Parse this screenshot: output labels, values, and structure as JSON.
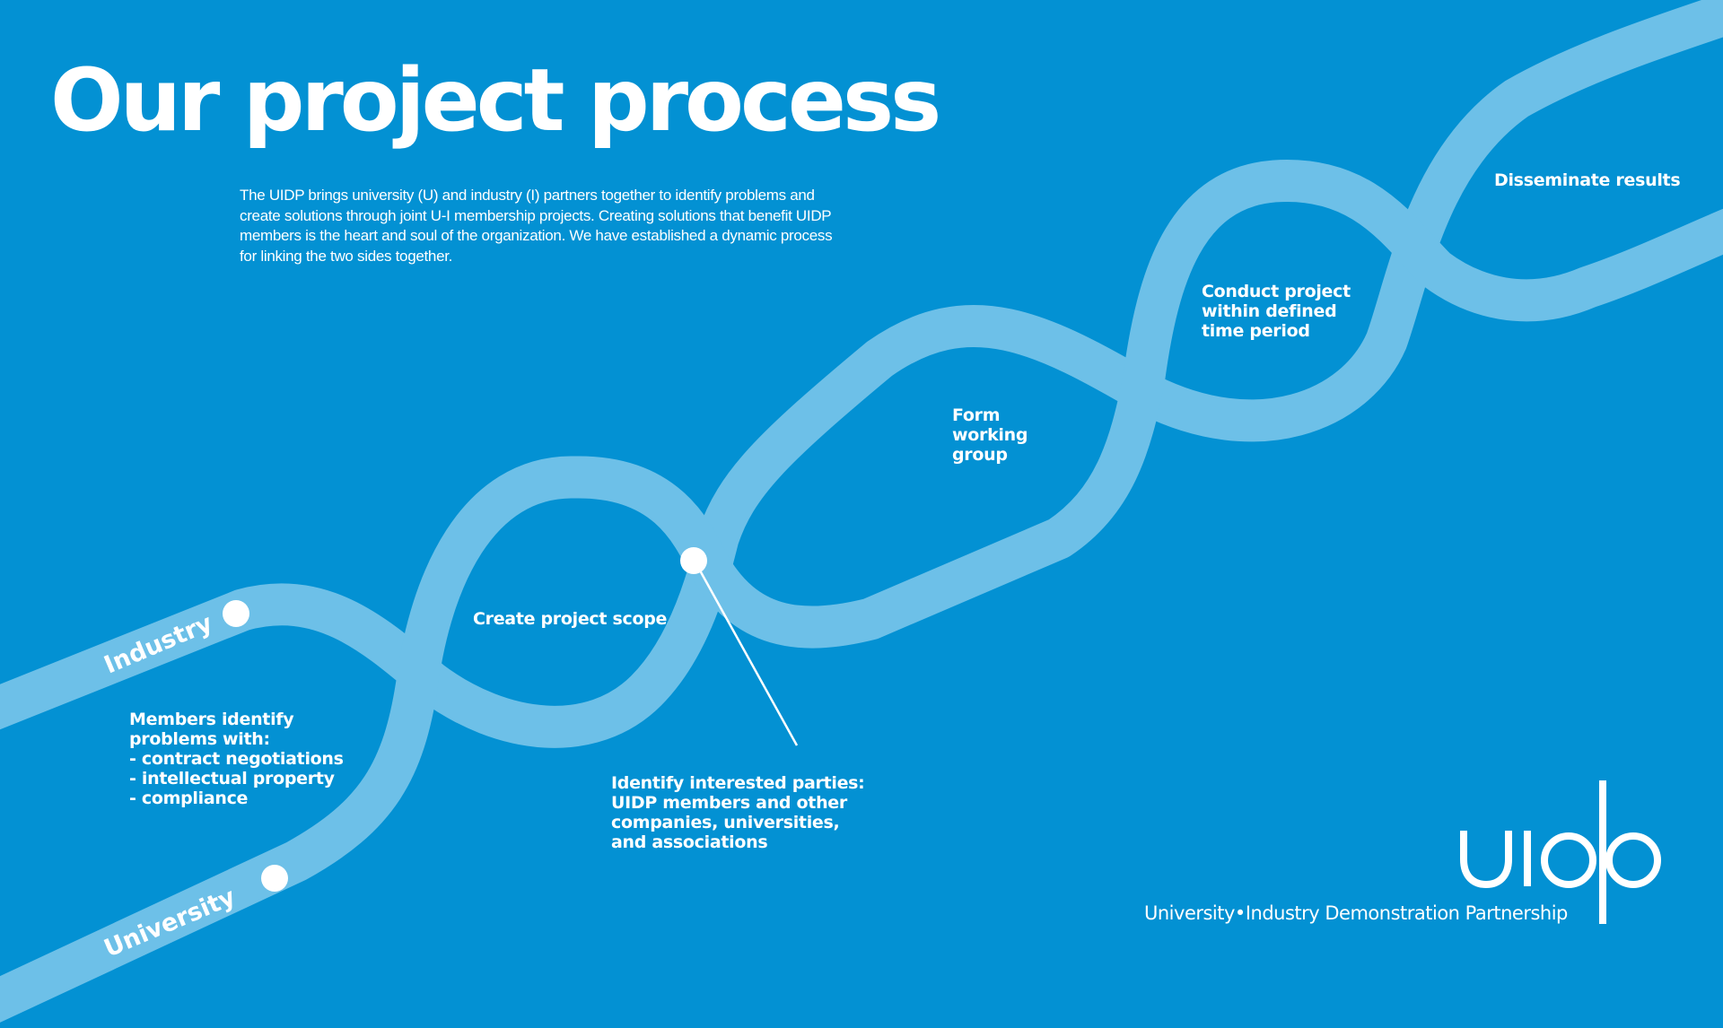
{
  "title": "Our project process",
  "intro": "The UIDP brings university (U) and industry (I) partners together to identify problems and create solutions through joint U-I membership projects. Creating solutions that benefit UIDP members is the heart and soul of the organization. We have established a dynamic process for linking the two sides together.",
  "strands": {
    "industry": "Industry",
    "university": "University"
  },
  "steps": {
    "members": {
      "lines": [
        "Members identify",
        "problems with:",
        "- contract negotiations",
        "- intellectual property",
        "- compliance"
      ]
    },
    "scope": {
      "lines": [
        "Create project scope"
      ]
    },
    "parties": {
      "lines": [
        "Identify interested parties:",
        "UIDP members and other",
        "companies, universities,",
        "and associations"
      ]
    },
    "form": {
      "lines": [
        "Form",
        "working",
        "group"
      ]
    },
    "conduct": {
      "lines": [
        "Conduct project",
        "within defined",
        "time period"
      ]
    },
    "disseminate": {
      "lines": [
        "Disseminate results"
      ]
    }
  },
  "logo": {
    "wordmark": "uidp",
    "org_name": "University•Industry Demonstration Partnership"
  },
  "colors": {
    "background": "#0391d3",
    "strand": "#6dc0e8",
    "text": "#ffffff"
  }
}
